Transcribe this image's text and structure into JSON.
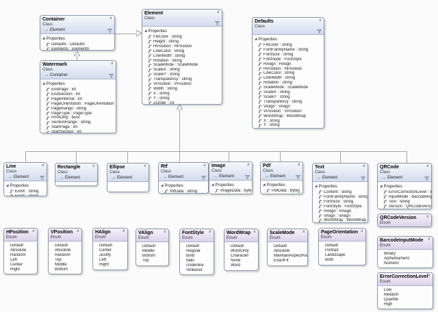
{
  "labels": {
    "properties": "Properties"
  },
  "glyphs": {
    "base_arrow": "→",
    "expander": "◢",
    "chevron_up": "∧",
    "chevron_down": "∨"
  },
  "colors": {
    "class_header": "#d3dcee",
    "enum_header": "#dcd3eb",
    "border": "#8d96a8",
    "connector": "#a2a2aa"
  },
  "boxes": {
    "container": {
      "title": "Container",
      "kind": "Class",
      "base": "Element",
      "chevron": "∧",
      "properties": [
        "Defaults : Defaults",
        "Elements : Element[]"
      ]
    },
    "watermark": {
      "title": "Watermark",
      "kind": "Class",
      "base": "Container",
      "chevron": "∧",
      "properties": [
        "EndPage : int",
        "EndSection : int",
        "PageInterval : int",
        "PageOrientation : PageOrientation",
        "PageRange : string",
        "PageType : PageType",
        "PrintOnly : bool",
        "SectionRange : string",
        "StartPage : int",
        "StartSection : int"
      ]
    },
    "element": {
      "title": "Element",
      "kind": "Class",
      "chevron": "∧",
      "properties": [
        "FillColor : string",
        "Height : string",
        "HPosition : HPosition",
        "LineColor : string",
        "LineWidth : string",
        "Rotation : string",
        "ScaleMode : ScaleMode",
        "ScaleX : string",
        "ScaleY : string",
        "Transparency : string",
        "VPosition : VPosition",
        "Width : string",
        "X : string",
        "Y : string",
        "ZOrder : int"
      ]
    },
    "defaults": {
      "title": "Defaults",
      "kind": "Class",
      "chevron": "∧",
      "properties": [
        "FillColor : string",
        "FontFamilyName : string",
        "FontSize : string",
        "FontStyle : FontStyle",
        "HAlign : HAlign",
        "HPosition : HPosition",
        "LineColor : string",
        "LineWidth : string",
        "Rotation : string",
        "ScaleMode : ScaleMode",
        "ScaleX : string",
        "ScaleY : string",
        "Transparency : string",
        "VAlign : VAlign",
        "VPosition : VPosition",
        "WordWrap : WordWrap",
        "X : string",
        "Y : string"
      ]
    },
    "line": {
      "title": "Line",
      "kind": "Class",
      "base": "Element",
      "chevron": "∧",
      "properties": [
        "EndX : string",
        "EndY : string"
      ]
    },
    "rectangle": {
      "title": "Rectangle",
      "kind": "Class",
      "base": "Element",
      "chevron": "∧"
    },
    "ellipse": {
      "title": "Ellipse",
      "kind": "Class",
      "base": "Element",
      "chevron": "∧"
    },
    "rtf": {
      "title": "Rtf",
      "kind": "Class",
      "base": "Element",
      "chevron": "∧",
      "properties": [
        "RtfData : string"
      ]
    },
    "image": {
      "title": "Image",
      "kind": "Class",
      "base": "Element",
      "chevron": "∧",
      "properties": [
        "ImageData : byte[]"
      ]
    },
    "pdf": {
      "title": "Pdf",
      "kind": "Class",
      "base": "Element",
      "chevron": "∧",
      "properties": [
        "PdfData : byte[]"
      ]
    },
    "text": {
      "title": "Text",
      "kind": "Class",
      "base": "Element",
      "chevron": "∧",
      "properties": [
        "Content : string",
        "FontFamilyName : string",
        "FontSize : string",
        "FontStyle : FontStyle",
        "HAlign : HAlign",
        "VAlign : VAlign",
        "WordWrap : WordWrap"
      ]
    },
    "qrcode": {
      "title": "QRCode",
      "kind": "Class",
      "base": "Element",
      "chevron": "∧",
      "properties": [
        "ErrorCorrectionLevel : Erro...",
        "InputMode : BarcodeInput...",
        "Text : string",
        "Version : QRCodeVersion"
      ]
    },
    "qrcodeversion": {
      "title": "QRCodeVersion",
      "kind": "Enum",
      "chevron": "∨"
    },
    "hposition": {
      "title": "HPosition",
      "kind": "Enum",
      "chevron": "∧",
      "values": [
        "Default",
        "Absolute",
        "Random",
        "Left",
        "Center",
        "Right"
      ]
    },
    "vposition": {
      "title": "VPosition",
      "kind": "Enum",
      "chevron": "∧",
      "values": [
        "Default",
        "Absolute",
        "Random",
        "Top",
        "Middle",
        "Bottom"
      ]
    },
    "halign": {
      "title": "HAlign",
      "kind": "Enum",
      "chevron": "∧",
      "values": [
        "Default",
        "Center",
        "Justify",
        "Left",
        "Right"
      ]
    },
    "valign": {
      "title": "VAlign",
      "kind": "Enum",
      "chevron": "∧",
      "values": [
        "Default",
        "Middle",
        "Bottom",
        "Top"
      ]
    },
    "fontstyle": {
      "title": "FontStyle",
      "kind": "Enum",
      "chevron": "∧",
      "values": [
        "Default",
        "Regular",
        "Bold",
        "Italic",
        "Underline",
        "Strikeout"
      ]
    },
    "wordwrap": {
      "title": "WordWrap",
      "kind": "Enum",
      "chevron": "∧",
      "values": [
        "Default",
        "WordOnly",
        "Character",
        "None",
        "Word"
      ]
    },
    "scalemode": {
      "title": "ScaleMode",
      "kind": "Enum",
      "chevron": "∧",
      "values": [
        "Default",
        "Absolute",
        "MaintainAspectRatio",
        "ExactFit"
      ]
    },
    "pageorientation": {
      "title": "PageOrientation",
      "kind": "Enum",
      "chevron": "∧",
      "values": [
        "Default",
        "Portrait",
        "Landscape",
        "Both"
      ]
    },
    "barcodeinputmode": {
      "title": "BarcodeInputMode",
      "kind": "Enum",
      "chevron": "∧",
      "values": [
        "Binary",
        "AlphaNumeric",
        "Numeric"
      ]
    },
    "errorcorrectionlevel": {
      "title": "ErrorCorrectionLevel",
      "kind": "Enum",
      "chevron": "∧",
      "values": [
        "Low",
        "Medium",
        "Quartile",
        "High"
      ]
    }
  }
}
